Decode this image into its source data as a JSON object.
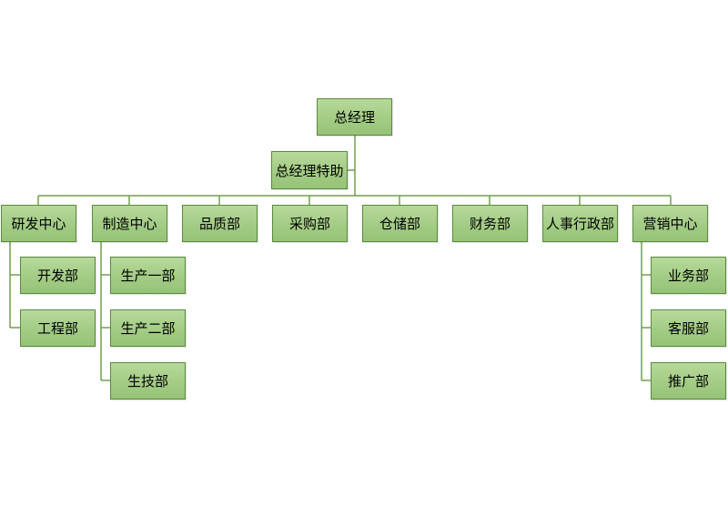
{
  "diagram": {
    "line_color": "#70a04c",
    "box_border_color": "#5a8a3c",
    "box_fill_color": "#a9d08e",
    "root": {
      "label": "总经理"
    },
    "assistant": {
      "label": "总经理特助"
    },
    "departments": [
      {
        "label": "研发中心",
        "children": [
          {
            "label": "开发部"
          },
          {
            "label": "工程部"
          }
        ]
      },
      {
        "label": "制造中心",
        "children": [
          {
            "label": "生产一部"
          },
          {
            "label": "生产二部"
          },
          {
            "label": "生技部"
          }
        ]
      },
      {
        "label": "品质部",
        "children": []
      },
      {
        "label": "采购部",
        "children": []
      },
      {
        "label": "仓储部",
        "children": []
      },
      {
        "label": "财务部",
        "children": []
      },
      {
        "label": "人事行政部",
        "children": []
      },
      {
        "label": "营销中心",
        "children": [
          {
            "label": "业务部"
          },
          {
            "label": "客服部"
          },
          {
            "label": "推广部"
          }
        ]
      }
    ]
  }
}
